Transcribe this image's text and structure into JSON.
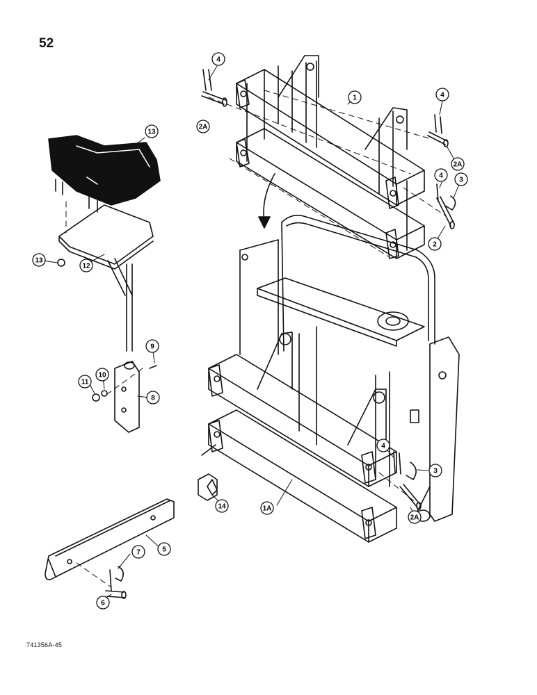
{
  "page": {
    "page_number": "52",
    "drawing_code": "741356A-45"
  },
  "callouts": [
    "4",
    "1",
    "4",
    "2A",
    "2A",
    "13",
    "4",
    "3",
    "2",
    "13",
    "12",
    "9",
    "11",
    "10",
    "8",
    "4",
    "3",
    "14",
    "1A",
    "2A",
    "7",
    "5",
    "6"
  ]
}
